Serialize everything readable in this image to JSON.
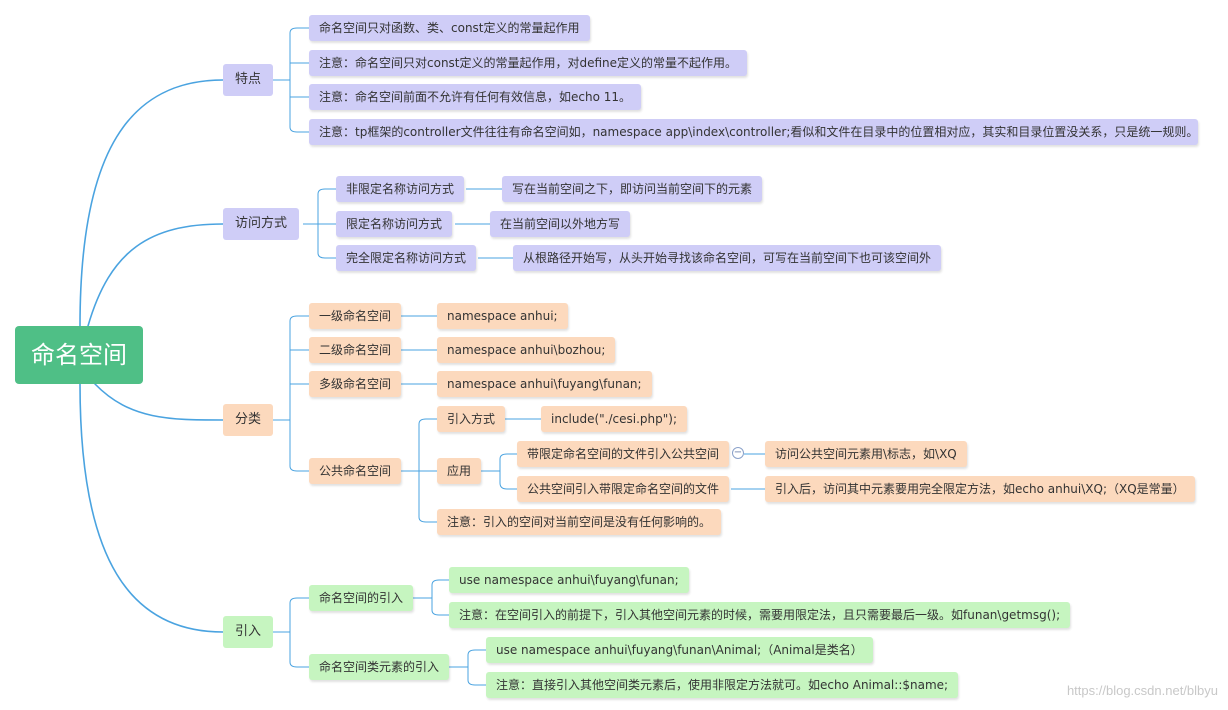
{
  "root": "命名空间",
  "branches": {
    "features": {
      "label": "特点",
      "items": [
        "命名空间只对函数、类、const定义的常量起作用",
        "注意：命名空间只对const定义的常量起作用，对define定义的常量不起作用。",
        "注意：命名空间前面不允许有任何有效信息，如echo 11。",
        "注意：tp框架的controller文件往往有命名空间如，namespace app\\index\\controller;看似和文件在目录中的位置相对应，其实和目录位置没关系，只是统一规则。"
      ]
    },
    "access": {
      "label": "访问方式",
      "items": [
        {
          "name": "非限定名称访问方式",
          "desc": "写在当前空间之下，即访问当前空间下的元素"
        },
        {
          "name": "限定名称访问方式",
          "desc": "在当前空间以外地方写"
        },
        {
          "name": "完全限定名称访问方式",
          "desc": "从根路径开始写，从头开始寻找该命名空间，可写在当前空间下也可该空间外"
        }
      ]
    },
    "category": {
      "label": "分类",
      "levels": [
        {
          "name": "一级命名空间",
          "example": "namespace anhui;"
        },
        {
          "name": "二级命名空间",
          "example": "namespace anhui\\bozhou;"
        },
        {
          "name": "多级命名空间",
          "example": "namespace anhui\\fuyang\\funan;"
        }
      ],
      "public": {
        "label": "公共命名空间",
        "import_way": {
          "label": "引入方式",
          "value": "include(\"./cesi.php\");"
        },
        "application": {
          "label": "应用",
          "items": [
            {
              "name": "带限定命名空间的文件引入公共空间",
              "desc": "访问公共空间元素用\\标志，如\\XQ"
            },
            {
              "name": "公共空间引入带限定命名空间的文件",
              "desc": "引入后，访问其中元素要用完全限定方法，如echo anhui\\XQ;（XQ是常量）"
            }
          ]
        },
        "note": "注意：引入的空间对当前空间是没有任何影响的。"
      }
    },
    "import": {
      "label": "引入",
      "ns_import": {
        "label": "命名空间的引入",
        "items": [
          "use namespace anhui\\fuyang\\funan;",
          "注意：在空间引入的前提下，引入其他空间元素的时候，需要用限定法，且只需要最后一级。如funan\\getmsg();"
        ]
      },
      "class_import": {
        "label": "命名空间类元素的引入",
        "items": [
          "use namespace anhui\\fuyang\\funan\\Animal;（Animal是类名）",
          "注意：直接引入其他空间类元素后，使用非限定方法就可。如echo Animal::$name;"
        ]
      }
    }
  },
  "collapse_symbol": "−",
  "watermark": "https://blog.csdn.net/blbyu",
  "colors": {
    "root": "#4fbf86",
    "purple": "#cfcdf7",
    "orange": "#fcd9bd",
    "green": "#c6f5c0",
    "line": "#4aa3e0"
  }
}
